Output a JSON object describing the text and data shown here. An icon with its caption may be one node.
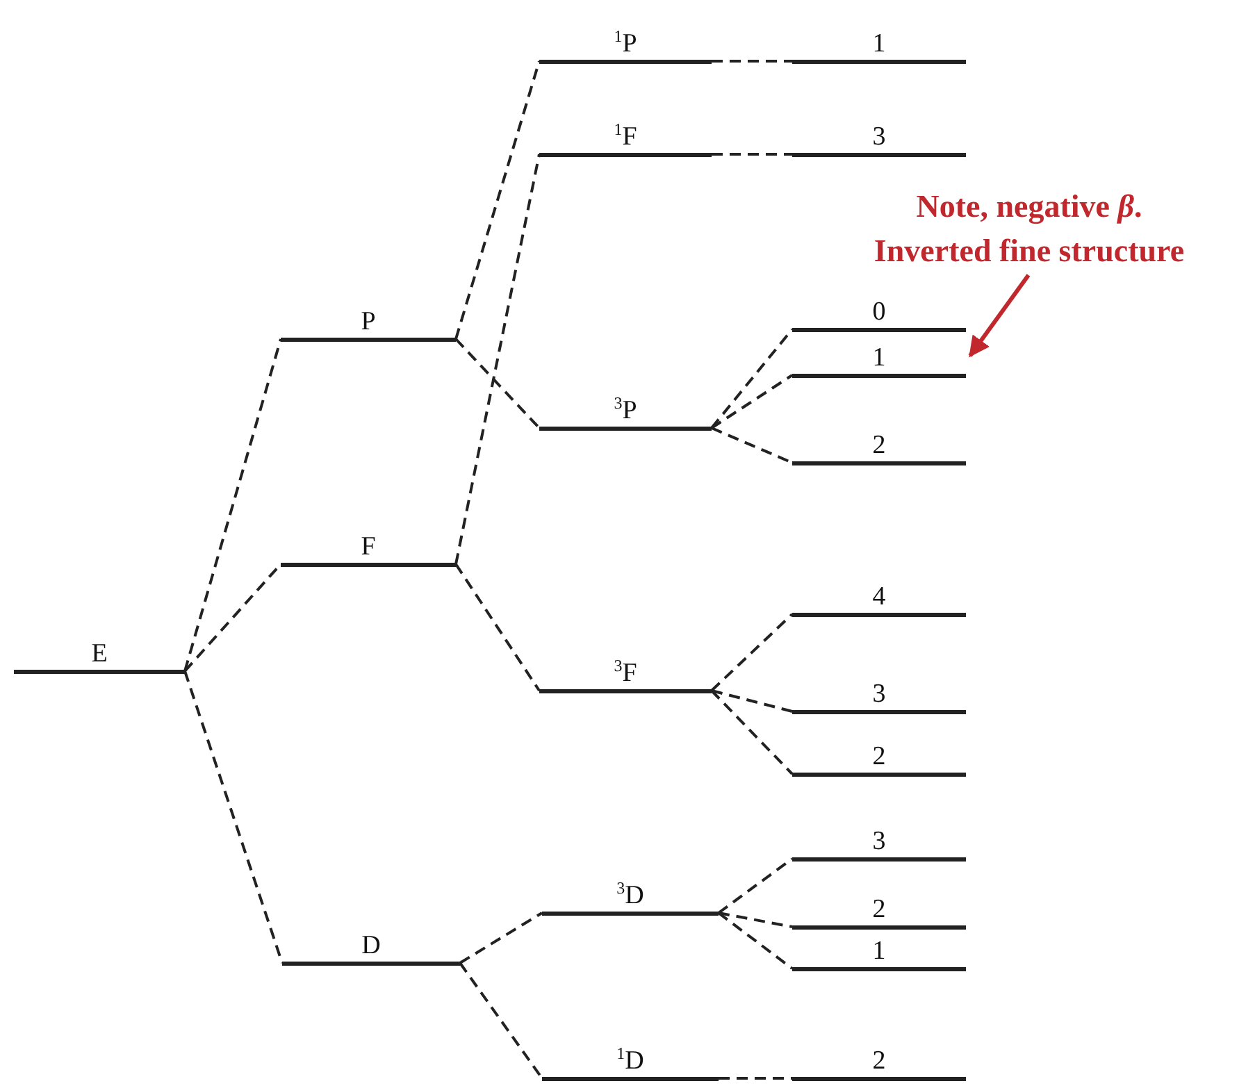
{
  "diagram": {
    "nodes": [
      {
        "text": [
          "E"
        ]
      },
      {
        "text": [
          "P"
        ]
      },
      {
        "text": [
          "F"
        ]
      },
      {
        "text": [
          "D"
        ]
      },
      {
        "text": [
          "$^{1}$P"
        ]
      },
      {
        "text": [
          "$^{1}$F"
        ]
      },
      {
        "text": [
          "$^{3}$P"
        ]
      },
      {
        "text": [
          "$^{3}$F"
        ]
      },
      {
        "text": [
          "$^{3}$D"
        ]
      },
      {
        "text": [
          "$^{1}$D"
        ]
      },
      {
        "text": [
          "1"
        ]
      },
      {
        "text": [
          "3"
        ]
      },
      {
        "text": [
          "0"
        ]
      },
      {
        "text": [
          "1"
        ]
      },
      {
        "text": [
          "2"
        ]
      },
      {
        "text": [
          "4"
        ]
      },
      {
        "text": [
          "3"
        ]
      },
      {
        "text": [
          "2"
        ]
      },
      {
        "text": [
          "3"
        ]
      },
      {
        "text": [
          "2"
        ]
      },
      {
        "text": [
          "1"
        ]
      },
      {
        "text": [
          "2"
        ]
      },
      {
        "text": [
          "Note, negative *β*.",
          "Inverted fine structure"
        ]
      }
    ],
    "edges": [
      {
        "from": 0,
        "to": 1,
        "arrow": "none",
        "style": "dashed"
      },
      {
        "from": 0,
        "to": 2,
        "arrow": "none",
        "style": "dashed"
      },
      {
        "from": 0,
        "to": 3,
        "arrow": "none",
        "style": "dashed"
      },
      {
        "from": 1,
        "to": 4,
        "arrow": "none",
        "style": "dashed"
      },
      {
        "from": 1,
        "to": 6,
        "arrow": "none",
        "style": "dashed"
      },
      {
        "from": 2,
        "to": 5,
        "arrow": "none",
        "style": "dashed"
      },
      {
        "from": 2,
        "to": 7,
        "arrow": "none",
        "style": "dashed"
      },
      {
        "from": 3,
        "to": 8,
        "arrow": "none",
        "style": "dashed"
      },
      {
        "from": 3,
        "to": 9,
        "arrow": "none",
        "style": "dashed"
      },
      {
        "from": 4,
        "to": 10,
        "arrow": "none",
        "style": "dashed"
      },
      {
        "from": 5,
        "to": 11,
        "arrow": "none",
        "style": "dashed"
      },
      {
        "from": 6,
        "to": 12,
        "arrow": "none",
        "style": "dashed"
      },
      {
        "from": 6,
        "to": 13,
        "arrow": "none",
        "style": "dashed"
      },
      {
        "from": 6,
        "to": 14,
        "arrow": "none",
        "style": "dashed"
      },
      {
        "from": 7,
        "to": 15,
        "arrow": "none",
        "style": "dashed"
      },
      {
        "from": 7,
        "to": 16,
        "arrow": "none",
        "style": "dashed"
      },
      {
        "from": 7,
        "to": 17,
        "arrow": "none",
        "style": "dashed"
      },
      {
        "from": 8,
        "to": 18,
        "arrow": "none",
        "style": "dashed"
      },
      {
        "from": 8,
        "to": 19,
        "arrow": "none",
        "style": "dashed"
      },
      {
        "from": 8,
        "to": 20,
        "arrow": "none",
        "style": "dashed"
      },
      {
        "from": 9,
        "to": 21,
        "arrow": "none",
        "style": "dashed"
      },
      {
        "from": 22,
        "to": 13,
        "arrow": "to",
        "color": "#c0282d"
      }
    ]
  }
}
